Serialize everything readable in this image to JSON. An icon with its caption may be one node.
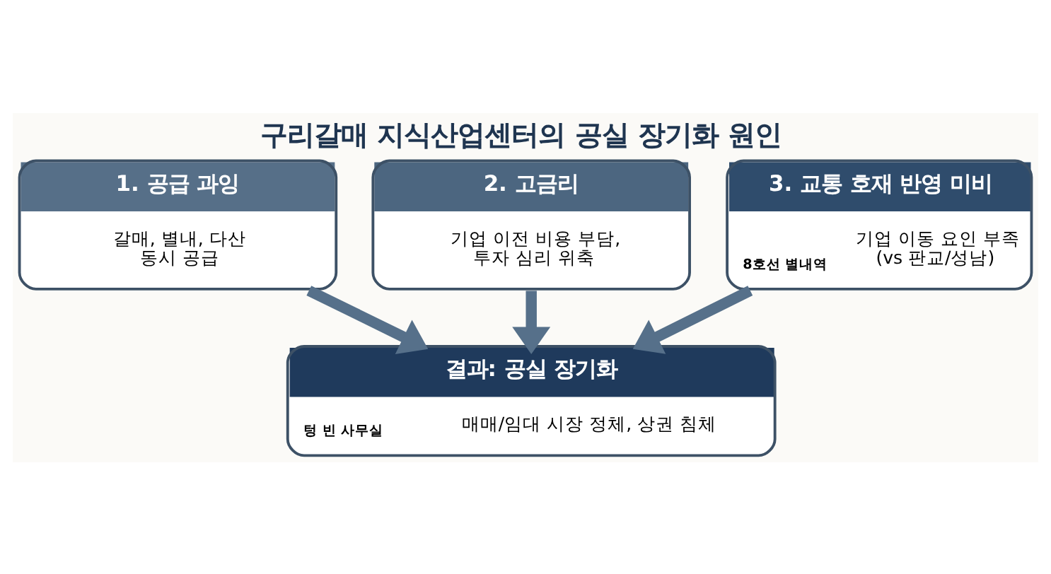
{
  "diagram": {
    "title": "구리갈매 지식산업센터의 공실 장기화 원인",
    "nodes": [
      {
        "text": [
          "1. 공급 과잉",
          "갈매, 별내, 다산 동시 공급"
        ]
      },
      {
        "text": [
          "2. 고금리",
          "기업 이전 비용 부담, 투자 심리 위축"
        ]
      },
      {
        "text": [
          "3. 교통 호재 반영 미비",
          "8호선 별내역",
          "기업 이동 요인 부족 (vs 판교/성남)"
        ]
      },
      {
        "text": [
          "결과: 공실 장기화",
          "텅 빈 사무실",
          "매매/임대 시장 정체, 상권 침체"
        ]
      }
    ],
    "edges": [
      {
        "from": 0,
        "to": 3,
        "arrow": "to"
      },
      {
        "from": 1,
        "to": 3,
        "arrow": "to"
      },
      {
        "from": 2,
        "to": 3,
        "arrow": "to"
      }
    ]
  }
}
